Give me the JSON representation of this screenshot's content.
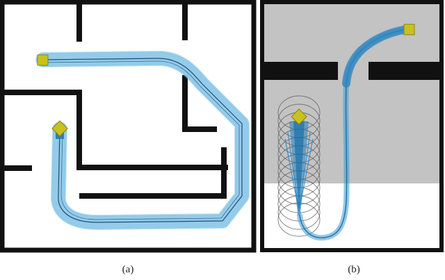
{
  "captions": {
    "a": "(a)",
    "b": "(b)"
  },
  "colors": {
    "frame": "#111111",
    "wall": "#111111",
    "path_blue": "#6fb3dc",
    "path_light": "#d3e8f5",
    "path_dark": "#1f6f9f",
    "marker_yellow": "#c9c21c",
    "grey_region": "#c3c3c3",
    "circle_stroke": "#555555"
  },
  "icons": {
    "start_marker": "yellow-square",
    "goal_marker": "yellow-diamond"
  }
}
